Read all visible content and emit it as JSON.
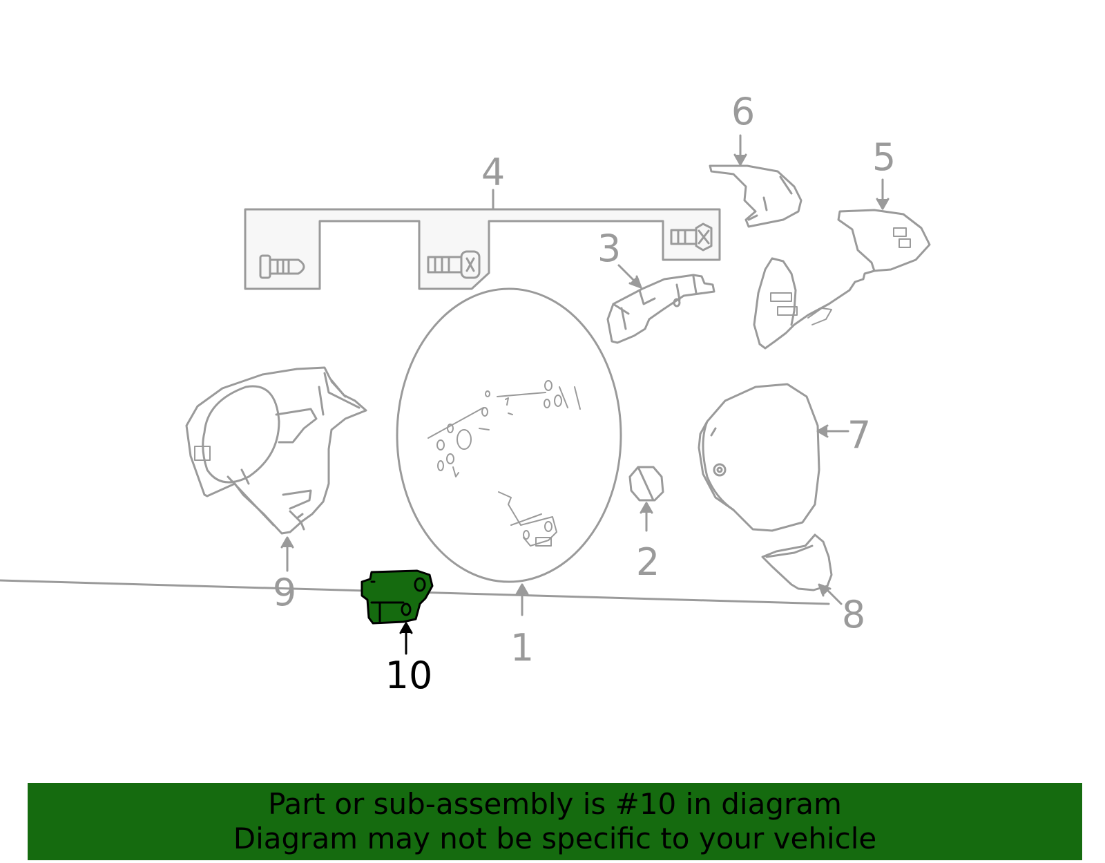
{
  "colors": {
    "outline": "#9a9a9a",
    "highlight_fill": "#156b0f",
    "highlight_outline": "#000000",
    "label": "#9a9a9a",
    "highlight_label": "#000000",
    "banner_bg": "#156b0f"
  },
  "callouts": {
    "c1": "1",
    "c2": "2",
    "c3": "3",
    "c4": "4",
    "c5": "5",
    "c6": "6",
    "c7": "7",
    "c8": "8",
    "c9": "9",
    "c10": "10"
  },
  "highlighted_part": "10",
  "banner": {
    "line1": "Part or sub-assembly is #10 in diagram",
    "line2": "Diagram may not be specific to your vehicle"
  }
}
